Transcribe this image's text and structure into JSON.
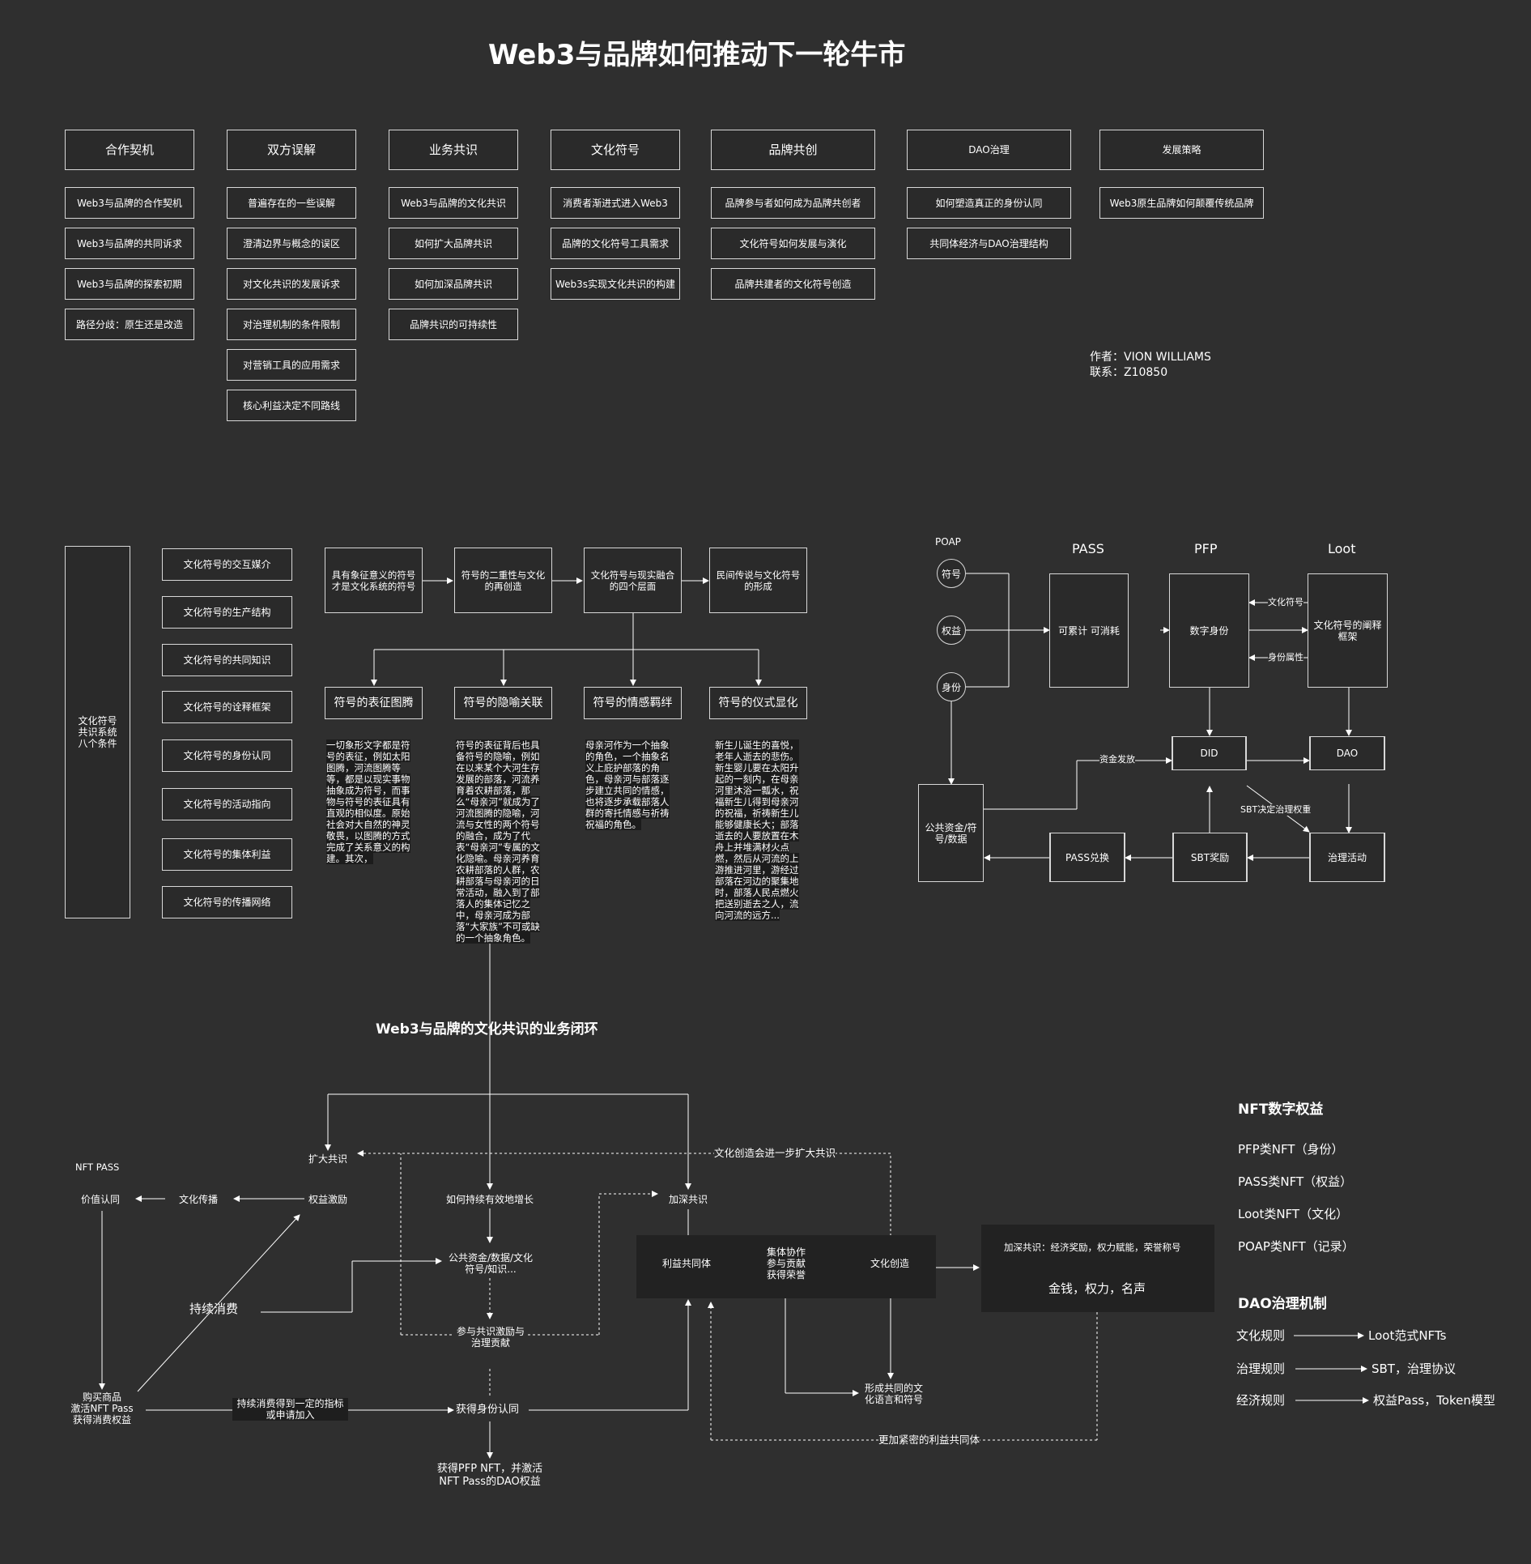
{
  "title": "Web3与品牌如何推动下一轮牛市",
  "columns": [
    {
      "header": "合作契机",
      "items": [
        "Web3与品牌的合作契机",
        "Web3与品牌的共同诉求",
        "Web3与品牌的探索初期",
        "路径分歧：原生还是改造"
      ]
    },
    {
      "header": "双方误解",
      "items": [
        "普遍存在的一些误解",
        "澄清边界与概念的误区",
        "对文化共识的发展诉求",
        "对治理机制的条件限制",
        "对营销工具的应用需求",
        "核心利益决定不同路线"
      ]
    },
    {
      "header": "业务共识",
      "items": [
        "Web3与品牌的文化共识",
        "如何扩大品牌共识",
        "如何加深品牌共识",
        "品牌共识的可持续性"
      ]
    },
    {
      "header": "文化符号",
      "items": [
        "消费者渐进式进入Web3",
        "品牌的文化符号工具需求",
        "Web3s实现文化共识的构建"
      ]
    },
    {
      "header": "品牌共创",
      "items": [
        "品牌参与者如何成为品牌共创者",
        "文化符号如何发展与演化",
        "品牌共建者的文化符号创造"
      ]
    },
    {
      "header": "DAO治理",
      "items": [
        "如何塑造真正的身份认同",
        "共同体经济与DAO治理结构"
      ]
    },
    {
      "header": "发展策略",
      "items": [
        "Web3原生品牌如何颠覆传统品牌"
      ]
    }
  ],
  "author": {
    "line1": "作者：VION WILLIAMS",
    "line2": "联系：Z10850"
  },
  "section2": {
    "left_label": "文化符号\n共识系统\n八个条件",
    "conditions": [
      "文化符号的交互媒介",
      "文化符号的生产结构",
      "文化符号的共同知识",
      "文化符号的诠释框架",
      "文化符号的身份认同",
      "文化符号的活动指向",
      "文化符号的集体利益",
      "文化符号的传播网络"
    ],
    "flow": [
      "具有象征意义的符号才是文化系统的符号",
      "符号的二重性与文化的再创造",
      "文化符号与现实融合的四个层面",
      "民间传说与文化符号的形成"
    ],
    "branches": [
      "符号的表征图腾",
      "符号的隐喻关联",
      "符号的情感羁绊",
      "符号的仪式显化"
    ],
    "paras": [
      "一切象形文字都是符号的表征，例如太阳图腾，河流图腾等等，都是以现实事物抽象成为符号，而事物与符号的表征具有直观的相似度。原始社会对大自然的神灵敬畏，以图腾的方式完成了关系意义的构建。其次，",
      "符号的表征背后也具备符号的隐喻，例如在以来某个大河生存发展的部落，河流养育着农耕部落，那么“母亲河”就成为了河流图腾的隐喻，河流与女性的两个符号的融合，成为了代表“母亲河”专属的文化隐喻。母亲河养育农耕部落的人群，农耕部落与母亲河的日常活动，融入到了部落人的集体记忆之中，母亲河成为部落“大家族”不可或缺的一个抽象角色。",
      "母亲河作为一个抽象的角色，一个抽象名义上庇护部落的角色，母亲河与部落逐步建立共同的情感，也将逐步承载部落人群的寄托情感与祈祷祝福的角色。",
      "新生儿诞生的喜悦，老年人逝去的悲伤。新生婴儿要在太阳升起的一刻内，在母亲河里沐浴一瓢水，祝福新生儿得到母亲河的祝福，祈祷新生儿能够健康长大；部落逝去的人要放置在木舟上并堆满材火点燃，然后从河流的上游推进河里，游经过部落在河边的聚集地时，部落人民点燃火把送别逝去之人，流向河流的远方..."
    ]
  },
  "section3": {
    "poap": "POAP",
    "headers": [
      "PASS",
      "PFP",
      "Loot"
    ],
    "circles": [
      "符号",
      "权益",
      "身份"
    ],
    "boxes": {
      "pass": "可累计 可消耗",
      "pfp": "数字身份",
      "loot": "文化符号的阐释框架",
      "did": "DID",
      "dao": "DAO",
      "pub": "公共资金/符号/数据",
      "passx": "PASS兑换",
      "sbt": "SBT奖励",
      "gov": "治理活动"
    },
    "labels": {
      "wh": "文化符号",
      "id": "身份属性",
      "fund": "资金发放",
      "sbt_gov": "SBT决定治理权重"
    }
  },
  "section4": {
    "title": "Web3与品牌的文化共识的业务闭环",
    "nft_pass": "NFT PASS",
    "value": "价值认同",
    "spread": "文化传播",
    "incentive": "权益激励",
    "expand": "扩大共识",
    "grow": "如何持续有效地增长",
    "deepen": "加深共识",
    "public": "公共资金/数据/文化符号/知识...",
    "participate": "参与共识激励与治理贡献",
    "consume": "持续消费",
    "buy": "购买商品\n激活NFT Pass\n获得消费权益",
    "consume_note": "持续消费得到一定的指标或申请加入",
    "identity": "获得身份认同",
    "pfp_get": "获得PFP NFT，并激活NFT Pass的DAO权益",
    "interest": "利益共同体",
    "collab": "集体协作\n参与贡献\n获得荣誉",
    "create": "文化创造",
    "deep_consensus": "加深共识：经济奖励，权力赋能，荣誉称号",
    "rewards": "金钱，权力，名声",
    "common_lang": "形成共同的文化语言和符号",
    "create_expand": "文化创造会进一步扩大共识",
    "closer": "更加紧密的利益共同体"
  },
  "nft": {
    "title": "NFT数字权益",
    "items": [
      "PFP类NFT（身份）",
      "PASS类NFT（权益）",
      "Loot类NFT（文化）",
      "POAP类NFT（记录）"
    ]
  },
  "dao": {
    "title": "DAO治理机制",
    "rules": [
      {
        "left": "文化规则",
        "right": "Loot范式NFTs"
      },
      {
        "left": "治理规则",
        "right": "SBT，治理协议"
      },
      {
        "left": "经济规则",
        "right": "权益Pass，Token模型"
      }
    ]
  }
}
